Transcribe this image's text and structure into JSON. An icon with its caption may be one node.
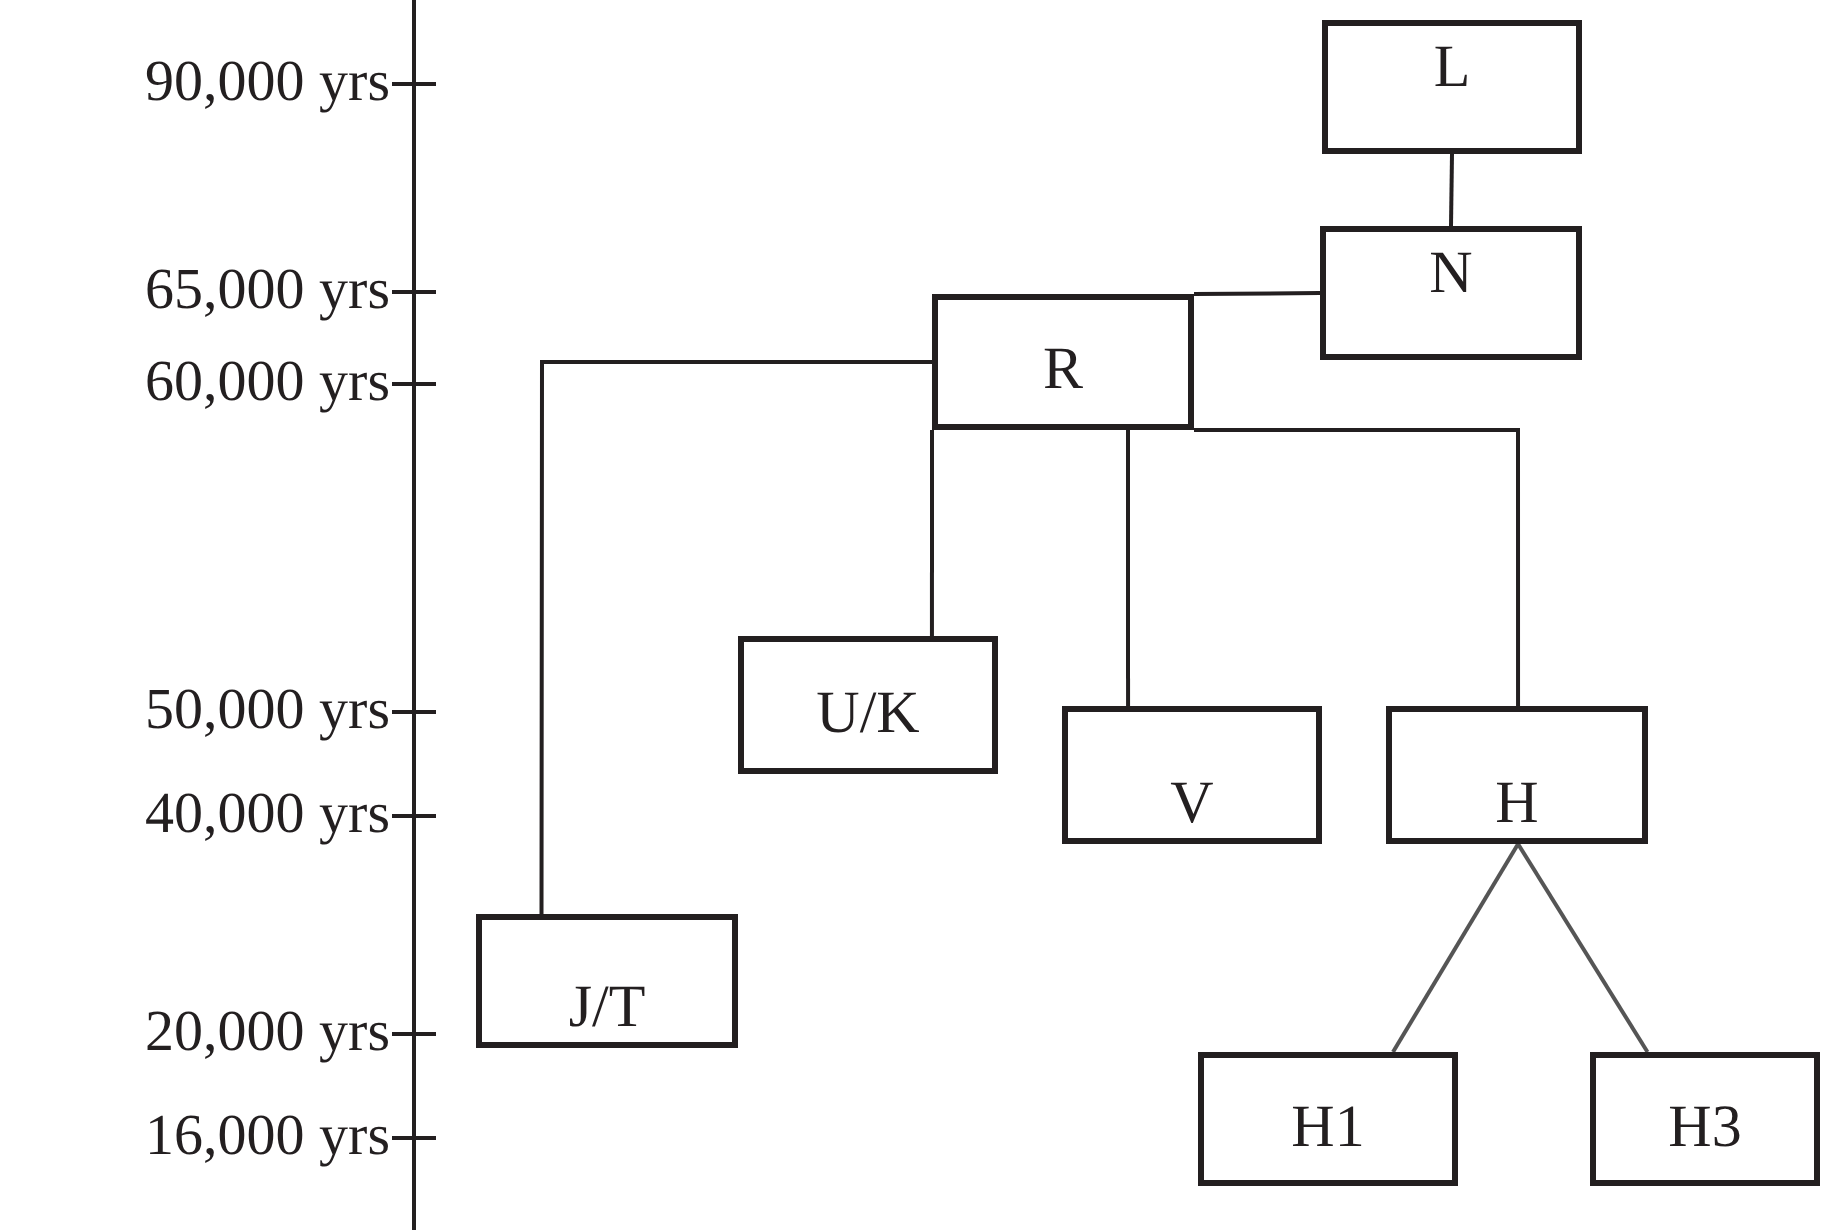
{
  "diagram": {
    "nodes": [
      {
        "text": [
          "L"
        ]
      },
      {
        "text": [
          "N"
        ]
      },
      {
        "text": [
          "R"
        ]
      },
      {
        "text": [
          "U/K"
        ]
      },
      {
        "text": [
          "V"
        ]
      },
      {
        "text": [
          "H"
        ]
      },
      {
        "text": [
          "J/T"
        ]
      },
      {
        "text": [
          "H1"
        ]
      },
      {
        "text": [
          "H3"
        ]
      }
    ],
    "edges": [
      {
        "from": 0,
        "to": 1,
        "arrow": "none"
      },
      {
        "from": 1,
        "to": 2,
        "arrow": "none"
      },
      {
        "from": 2,
        "to": 6,
        "arrow": "none"
      },
      {
        "from": 2,
        "to": 3,
        "arrow": "none"
      },
      {
        "from": 2,
        "to": 4,
        "arrow": "none"
      },
      {
        "from": 2,
        "to": 5,
        "arrow": "none"
      },
      {
        "from": 5,
        "to": 7,
        "arrow": "none",
        "color": "#555555"
      },
      {
        "from": 5,
        "to": 8,
        "arrow": "none",
        "color": "#555555"
      }
    ],
    "labels": [
      "90,000 yrs",
      "65,000 yrs",
      "60,000 yrs",
      "50,000 yrs",
      "40,000 yrs",
      "20,000 yrs",
      "16,000 yrs"
    ]
  }
}
